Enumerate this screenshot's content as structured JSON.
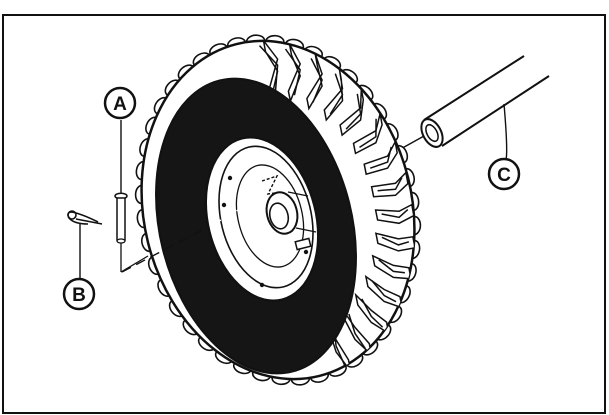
{
  "figure": {
    "callouts": [
      {
        "id": "A",
        "label": "A"
      },
      {
        "id": "B",
        "label": "B"
      },
      {
        "id": "C",
        "label": "C"
      }
    ],
    "colors": {
      "line": "#111111",
      "tire": "#151515",
      "background": "#ffffff"
    }
  }
}
